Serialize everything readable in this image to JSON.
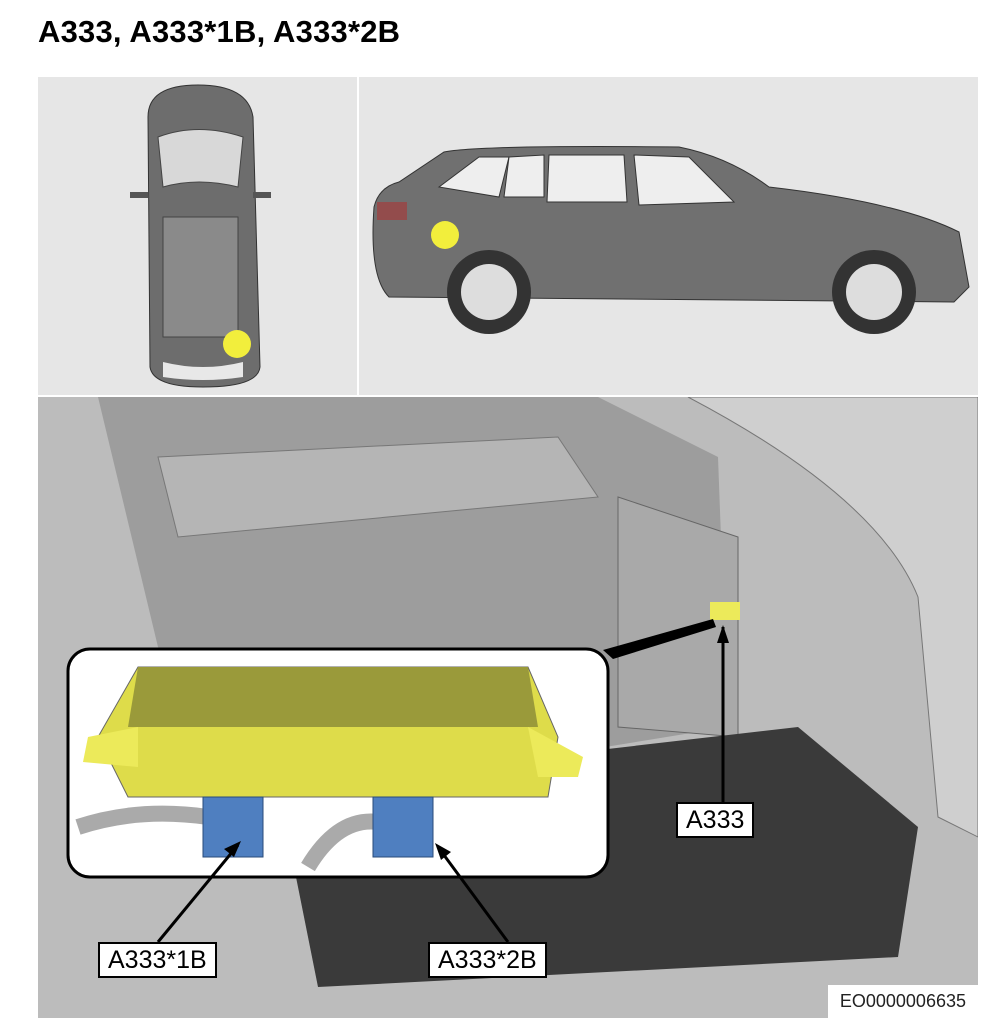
{
  "title": "A333, A333*1B, A333*2B",
  "labels": {
    "module": "A333",
    "connector1": "A333*1B",
    "connector2": "A333*2B"
  },
  "figure_code": "EO0000006635",
  "colors": {
    "marker": "#f2ee3c",
    "module": "#ecea5a",
    "connector": "#4f7fc0"
  }
}
